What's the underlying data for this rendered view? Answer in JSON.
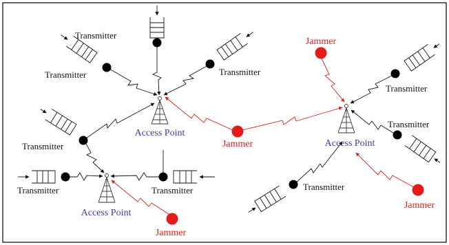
{
  "labels": {
    "transmitter": "Transmitter",
    "access_point": "Access Point",
    "jammer": "Jammer"
  },
  "colors": {
    "border": "#000000",
    "transmitter_link": "#111111",
    "jammer_link": "#e02020",
    "transmitter_node": "#000000",
    "jammer_node": "#e41b1b",
    "access_point_text": "#3a3aa8"
  },
  "legend_icons": [
    "queue-icon",
    "antenna-icon",
    "transmitter-node-icon",
    "jammer-node-icon"
  ]
}
